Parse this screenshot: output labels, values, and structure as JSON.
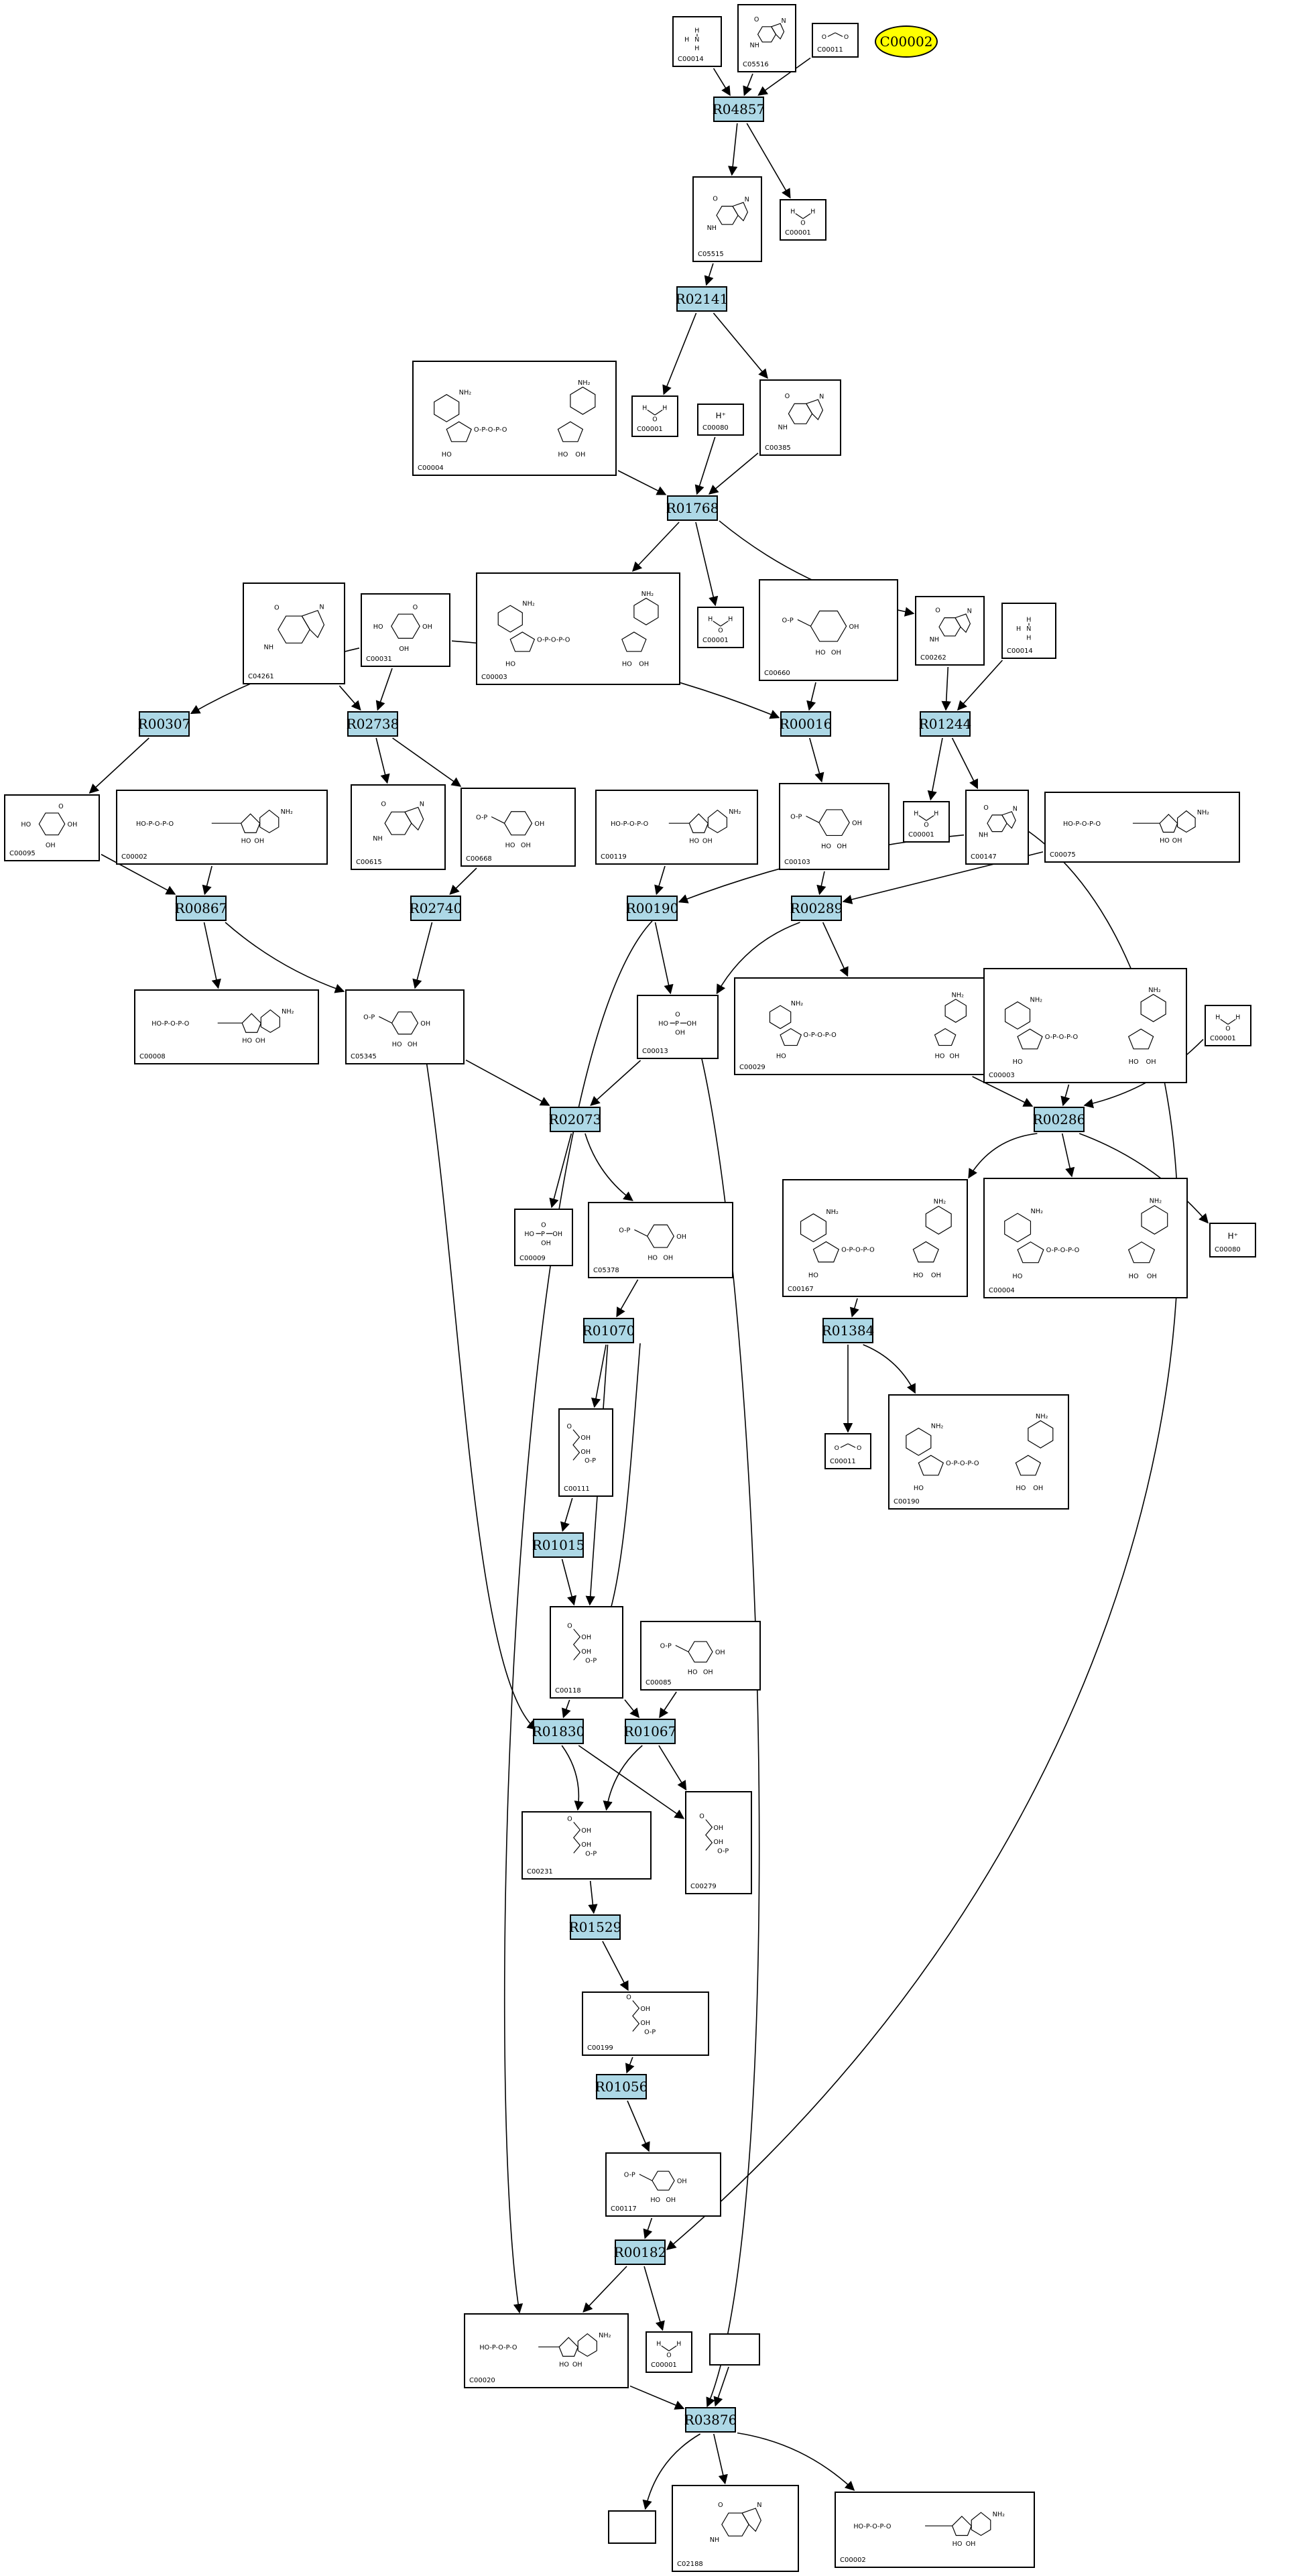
{
  "colors": {
    "reaction_fill": "#add8e6",
    "marker_fill": "#ffff00",
    "line": "#000000"
  },
  "marker": {
    "label": "C00002"
  },
  "reactions": [
    {
      "id": "R04857"
    },
    {
      "id": "R02141"
    },
    {
      "id": "R01768"
    },
    {
      "id": "R00307"
    },
    {
      "id": "R02738"
    },
    {
      "id": "R00016"
    },
    {
      "id": "R01244"
    },
    {
      "id": "R00867"
    },
    {
      "id": "R02740"
    },
    {
      "id": "R00190"
    },
    {
      "id": "R00289"
    },
    {
      "id": "R02073"
    },
    {
      "id": "R00286"
    },
    {
      "id": "R01070"
    },
    {
      "id": "R01384"
    },
    {
      "id": "R01015"
    },
    {
      "id": "R01830"
    },
    {
      "id": "R01067"
    },
    {
      "id": "R01529"
    },
    {
      "id": "R01056"
    },
    {
      "id": "R00182"
    },
    {
      "id": "R03876"
    }
  ],
  "compounds": [
    {
      "key": "n1",
      "id": "C00014",
      "mol": "ammonia"
    },
    {
      "key": "n2",
      "id": "C05516",
      "mol": "ring"
    },
    {
      "key": "n3",
      "id": "C00011",
      "mol": "co2"
    },
    {
      "key": "n4",
      "id": "C05515",
      "mol": "ring"
    },
    {
      "key": "n5",
      "id": "C00001",
      "mol": "water"
    },
    {
      "key": "n6",
      "id": "C00004",
      "mol": "dinuc"
    },
    {
      "key": "n7",
      "id": "C00001",
      "mol": "water"
    },
    {
      "key": "n8",
      "id": "C00080",
      "mol": "proton"
    },
    {
      "key": "n9",
      "id": "C00385",
      "mol": "ring"
    },
    {
      "key": "n10",
      "id": "C04261",
      "mol": "ring"
    },
    {
      "key": "n11",
      "id": "C00031",
      "mol": "sugar"
    },
    {
      "key": "n12",
      "id": "C00003",
      "mol": "dinuc"
    },
    {
      "key": "n13",
      "id": "C00001",
      "mol": "water"
    },
    {
      "key": "n14",
      "id": "C00660",
      "mol": "sugarp"
    },
    {
      "key": "n15",
      "id": "C00262",
      "mol": "ring"
    },
    {
      "key": "n16",
      "id": "C00014",
      "mol": "ammonia"
    },
    {
      "key": "n17",
      "id": "C00095",
      "mol": "sugar"
    },
    {
      "key": "n18",
      "id": "C00002",
      "mol": "nucp"
    },
    {
      "key": "n19",
      "id": "C00615",
      "mol": "ring"
    },
    {
      "key": "n20",
      "id": "C00668",
      "mol": "sugarp"
    },
    {
      "key": "n21",
      "id": "C00119",
      "mol": "nucp"
    },
    {
      "key": "n22",
      "id": "C00103",
      "mol": "sugarp"
    },
    {
      "key": "n23",
      "id": "C00001",
      "mol": "water"
    },
    {
      "key": "n24",
      "id": "C00147",
      "mol": "ring"
    },
    {
      "key": "n25",
      "id": "C00075",
      "mol": "nucp"
    },
    {
      "key": "n26",
      "id": "C00008",
      "mol": "nucp"
    },
    {
      "key": "n27",
      "id": "C05345",
      "mol": "sugarp"
    },
    {
      "key": "n28",
      "id": "C00013",
      "mol": "pp"
    },
    {
      "key": "n29",
      "id": "C00029",
      "mol": "dinuc"
    },
    {
      "key": "n30",
      "id": "C00003",
      "mol": "dinuc"
    },
    {
      "key": "n31",
      "id": "C00001",
      "mol": "water"
    },
    {
      "key": "n32",
      "id": "C00009",
      "mol": "pp"
    },
    {
      "key": "n33",
      "id": "C05378",
      "mol": "sugarp"
    },
    {
      "key": "n34",
      "id": "C00167",
      "mol": "dinuc"
    },
    {
      "key": "n35",
      "id": "C00004",
      "mol": "dinuc"
    },
    {
      "key": "n36",
      "id": "C00080",
      "mol": "proton"
    },
    {
      "key": "n37",
      "id": "C00111",
      "mol": "chain"
    },
    {
      "key": "n38",
      "id": "C00011",
      "mol": "co2"
    },
    {
      "key": "n39",
      "id": "C00190",
      "mol": "dinuc"
    },
    {
      "key": "n40",
      "id": "C00118",
      "mol": "chain"
    },
    {
      "key": "n41",
      "id": "C00085",
      "mol": "sugarp"
    },
    {
      "key": "n42",
      "id": "C00231",
      "mol": "chain"
    },
    {
      "key": "n43",
      "id": "C00279",
      "mol": "chain"
    },
    {
      "key": "n44",
      "id": "C00199",
      "mol": "chain"
    },
    {
      "key": "n45",
      "id": "C00117",
      "mol": "sugarp"
    },
    {
      "key": "n46",
      "id": "C00020",
      "mol": "nucp"
    },
    {
      "key": "n47",
      "id": "C00001",
      "mol": "water"
    },
    {
      "key": "n48",
      "id": "",
      "mol": "none"
    },
    {
      "key": "n49",
      "id": "",
      "mol": "none"
    },
    {
      "key": "n50",
      "id": "C02188",
      "mol": "ring"
    },
    {
      "key": "n51",
      "id": "C00002",
      "mol": "nucp"
    }
  ]
}
